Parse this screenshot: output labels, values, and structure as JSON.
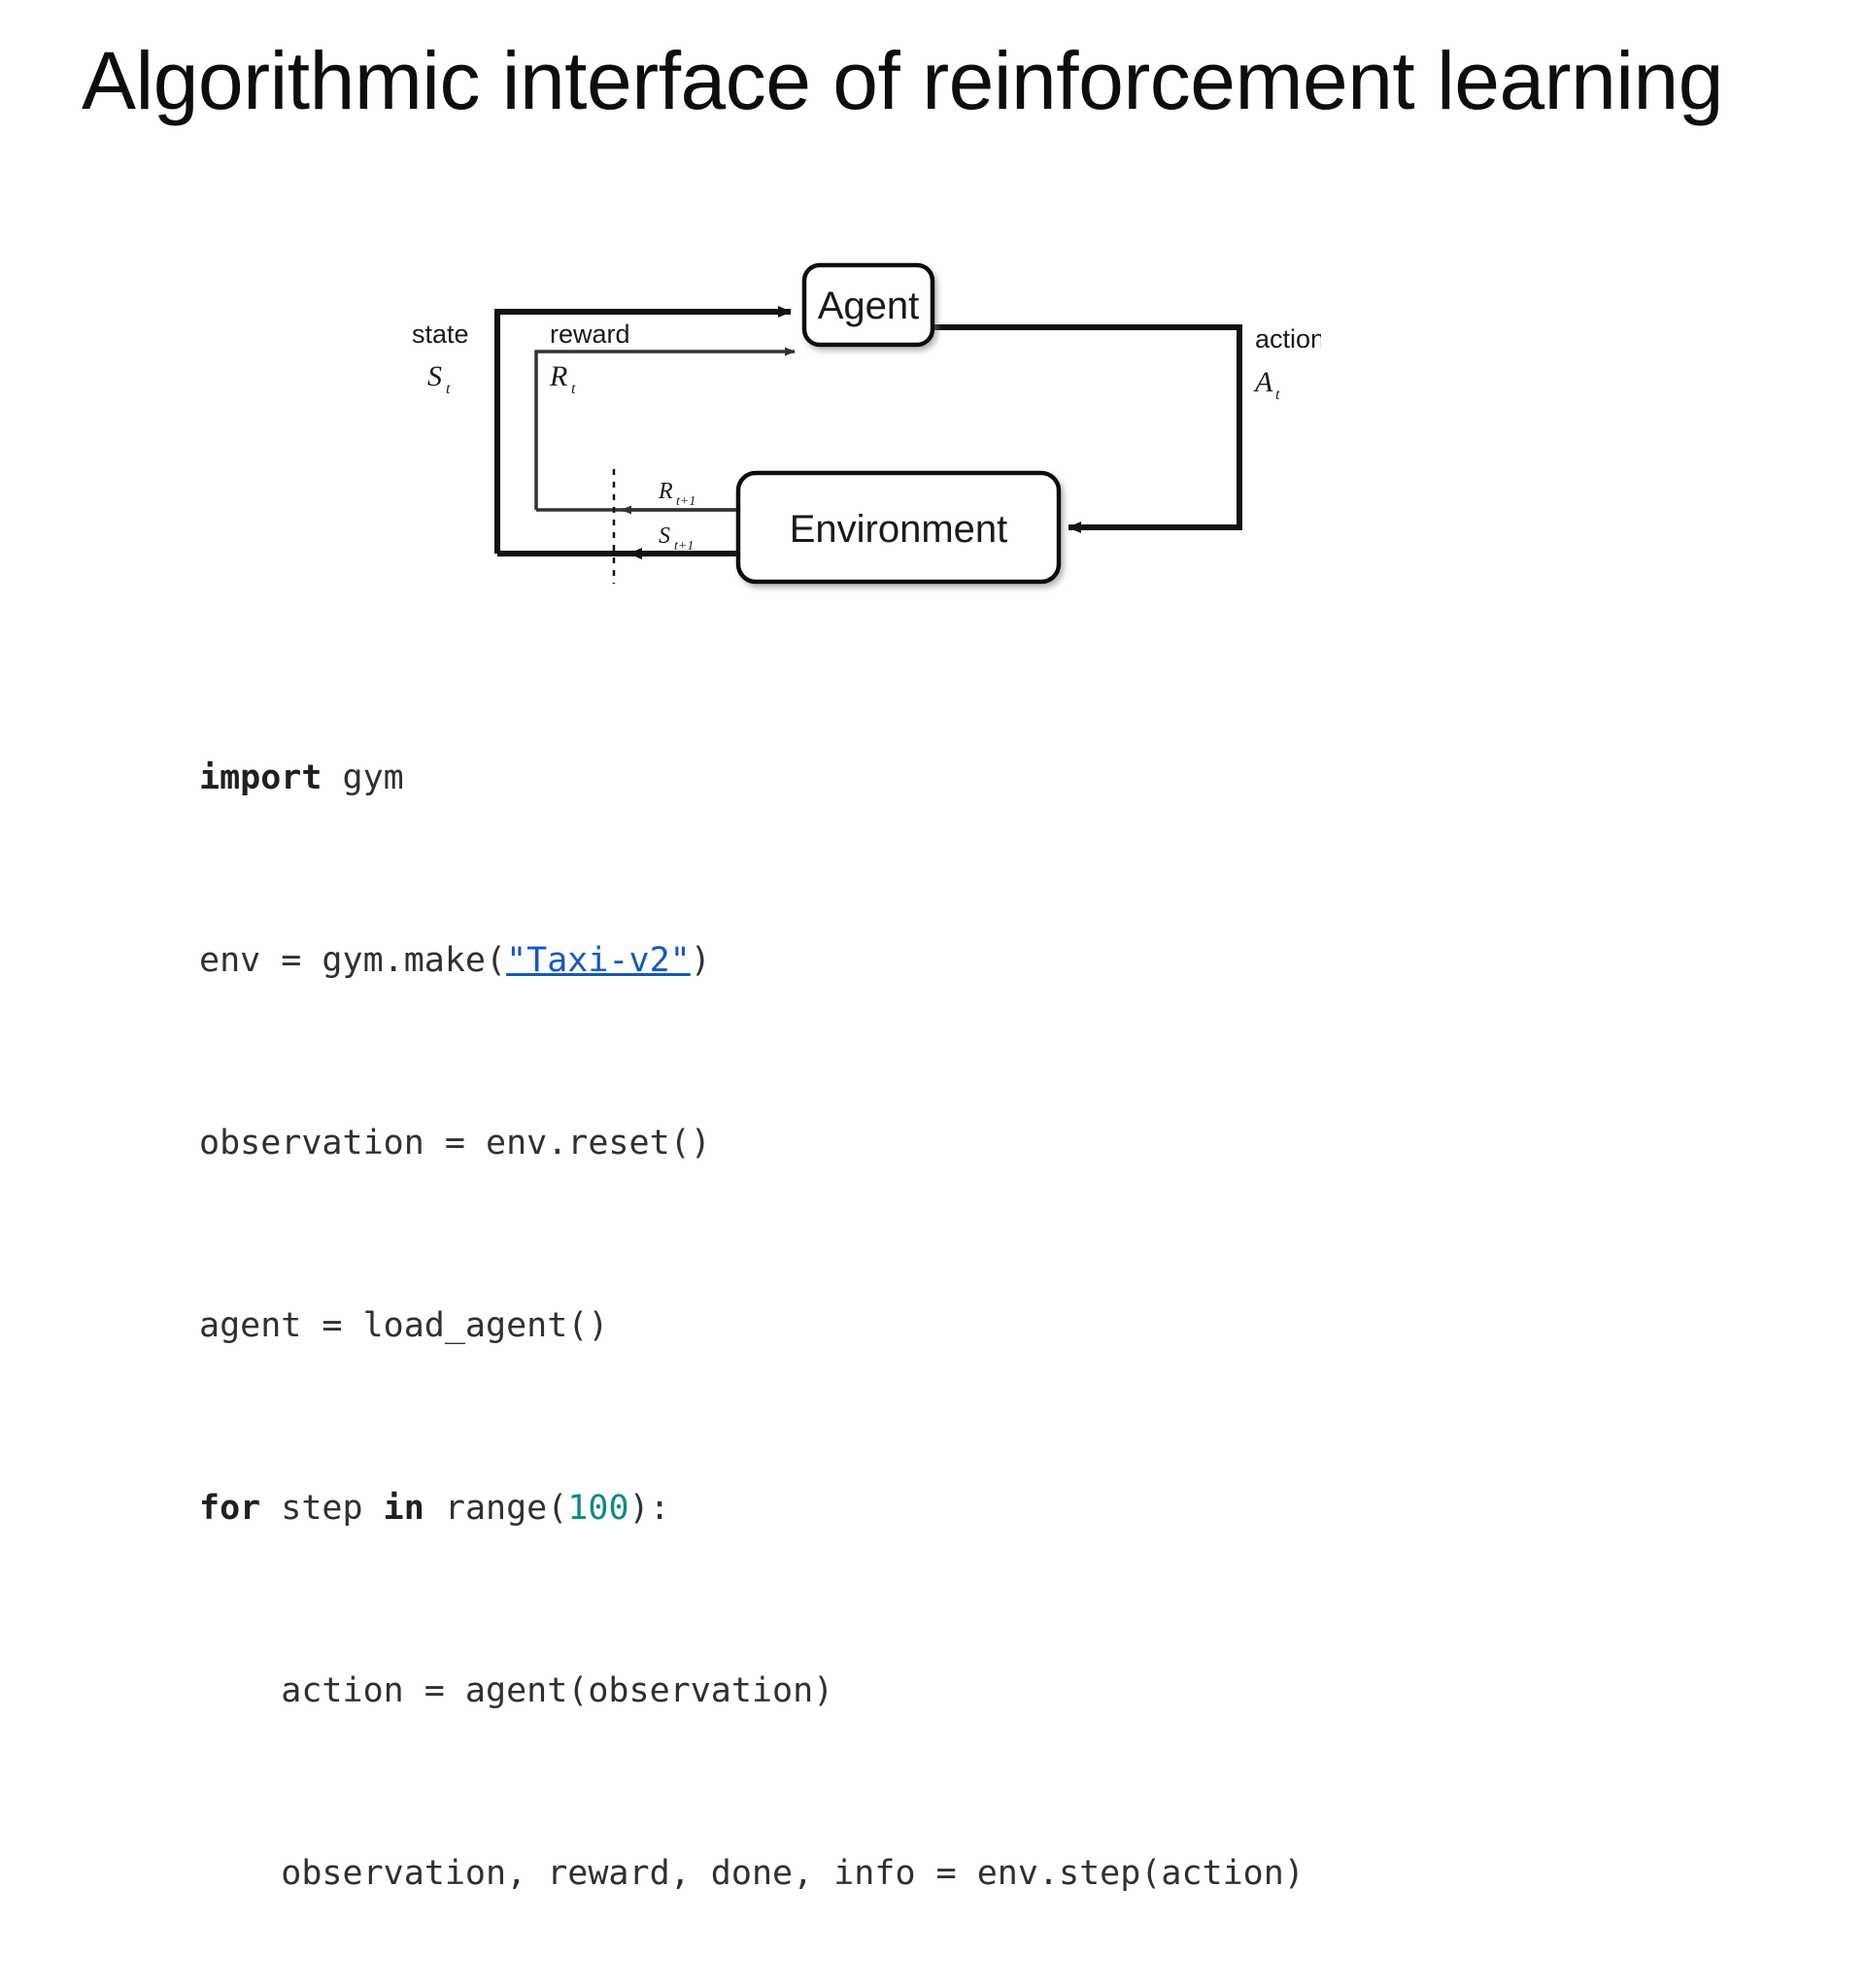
{
  "slide": {
    "title": "Algorithmic interface of reinforcement learning",
    "background_color": "#ffffff"
  },
  "diagram": {
    "name": "agent-environment-interaction-loop",
    "nodes": [
      {
        "id": "agent",
        "label": "Agent"
      },
      {
        "id": "environment",
        "label": "Environment"
      }
    ],
    "edge_labels": {
      "state_word": "state",
      "state_symbol": "S",
      "state_subscript": "t",
      "reward_word": "reward",
      "reward_symbol": "R",
      "reward_subscript": "t",
      "action_word": "action",
      "action_symbol": "A",
      "action_subscript": "t",
      "next_reward_symbol": "R",
      "next_reward_subscript": "t+1",
      "next_state_symbol": "S",
      "next_state_subscript": "t+1"
    },
    "stroke_color": "#111111"
  },
  "code": {
    "language": "python",
    "link_color": "#1357c8",
    "number_color": "#0f8a86",
    "text_color": "#303030",
    "lines": [
      {
        "index": 0,
        "text": "import gym",
        "tokens": [
          {
            "kind": "keyword",
            "text": "import"
          },
          {
            "kind": "plain",
            "text": " gym"
          }
        ]
      },
      {
        "index": 1,
        "text": "env = gym.make(\"Taxi-v2\")",
        "tokens": [
          {
            "kind": "plain",
            "text": "env = gym.make("
          },
          {
            "kind": "link",
            "text": "\"Taxi-v2\""
          },
          {
            "kind": "plain",
            "text": ")"
          }
        ]
      },
      {
        "index": 2,
        "text": "observation = env.reset()",
        "tokens": [
          {
            "kind": "plain",
            "text": "observation = env.reset()"
          }
        ]
      },
      {
        "index": 3,
        "text": "agent = load_agent()",
        "tokens": [
          {
            "kind": "plain",
            "text": "agent = load_agent()"
          }
        ]
      },
      {
        "index": 4,
        "text": "for step in range(100):",
        "tokens": [
          {
            "kind": "keyword",
            "text": "for"
          },
          {
            "kind": "plain",
            "text": " step "
          },
          {
            "kind": "keyword",
            "text": "in"
          },
          {
            "kind": "plain",
            "text": " range("
          },
          {
            "kind": "number",
            "text": "100"
          },
          {
            "kind": "plain",
            "text": "):"
          }
        ]
      },
      {
        "index": 5,
        "text": "    action = agent(observation)",
        "tokens": [
          {
            "kind": "plain",
            "text": "    action = agent(observation)"
          }
        ]
      },
      {
        "index": 6,
        "text": "    observation, reward, done, info = env.step(action)",
        "tokens": [
          {
            "kind": "plain",
            "text": "    observation, reward, done, info = env.step(action)"
          }
        ]
      }
    ]
  }
}
